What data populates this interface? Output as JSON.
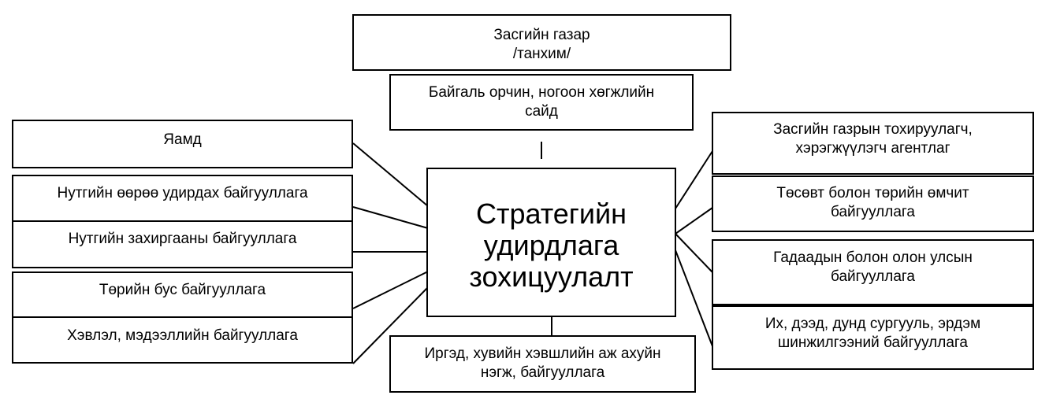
{
  "diagram": {
    "center": [
      "Стратегийн",
      "удирдлага",
      "зохицуулалт"
    ],
    "top": [
      "Засгийн газар",
      "/танхим/"
    ],
    "ministry_env": [
      "Байгаль орчин, ногоон хөгжлийн",
      "сайд"
    ],
    "left": [
      [
        "Яамд"
      ],
      [
        "Нутгийн өөрөө удирдах байгууллага"
      ],
      [
        "Нутгийн захиргааны байгууллага"
      ],
      [
        "Төрийн бус байгууллага"
      ],
      [
        "Хэвлэл,  мэдээллийн байгууллага"
      ]
    ],
    "right": [
      [
        "Засгийн газрын тохируулагч,",
        "хэрэгжүүлэгч агентлаг"
      ],
      [
        "Төсөвт болон төрийн өмчит",
        "байгууллага"
      ],
      [
        "Гадаадын болон олон улсын",
        "байгууллага"
      ],
      [
        "Их, дээд, дунд сургууль, эрдэм",
        "шинжилгээний байгууллага"
      ]
    ],
    "bottom": [
      "Иргэд, хувийн хэвшлийн аж ахуйн",
      "нэгж, байгууллага"
    ]
  }
}
